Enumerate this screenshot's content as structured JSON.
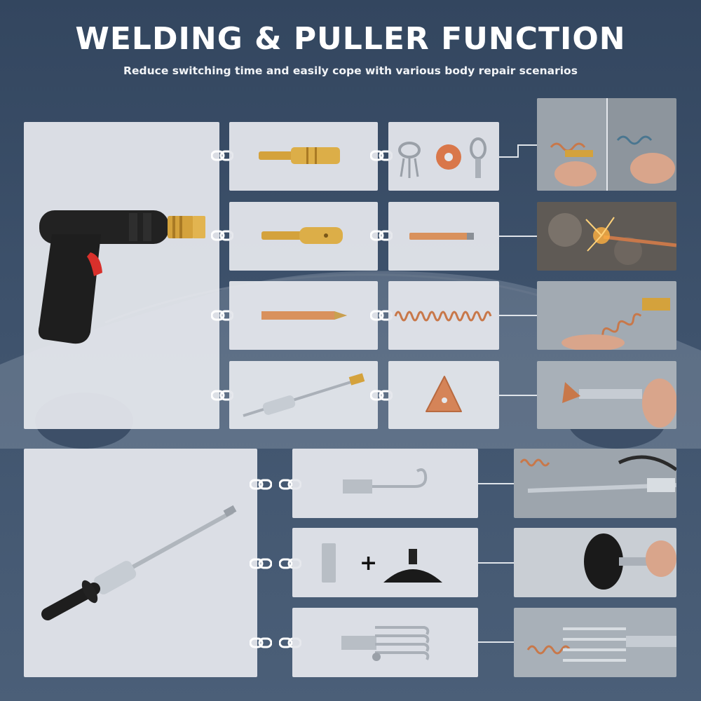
{
  "header": {
    "title": "WELDING & PULLER FUNCTION",
    "subtitle": "Reduce switching time and easily cope with various body repair scenarios"
  },
  "colors": {
    "background": "#3a4d66",
    "card": "#e4e7ec",
    "brass": "#d4a23c",
    "copper": "#c8784a",
    "grip": "#1e1e1e",
    "trigger": "#d8302b"
  },
  "icons": {
    "chain": "chain-link-icon",
    "plus": "plus-icon"
  },
  "plus_symbol": "+",
  "welding_section": {
    "tool": "welding-gun",
    "rows": [
      {
        "adapter": "brass-adapter-short",
        "accessory": "washers-and-pins",
        "photo": "photo-pulling-wire"
      },
      {
        "adapter": "brass-adapter-collet",
        "accessory": "copper-rod",
        "photo": "photo-sparks"
      },
      {
        "adapter": "copper-tip",
        "accessory": "copper-spring-wire",
        "photo": "photo-spring-weld"
      },
      {
        "adapter": "slide-hammer-mini",
        "accessory": "triangle-tip",
        "photo": "photo-triangle-weld"
      }
    ]
  },
  "puller_section": {
    "tool": "slide-hammer",
    "rows": [
      {
        "accessory": "hook",
        "photo": "photo-hook-pull"
      },
      {
        "accessory": "nut-plus-suction-cup",
        "photo": "photo-suction-cup"
      },
      {
        "accessory": "multi-hook-claw",
        "photo": "photo-multi-hook"
      }
    ]
  }
}
